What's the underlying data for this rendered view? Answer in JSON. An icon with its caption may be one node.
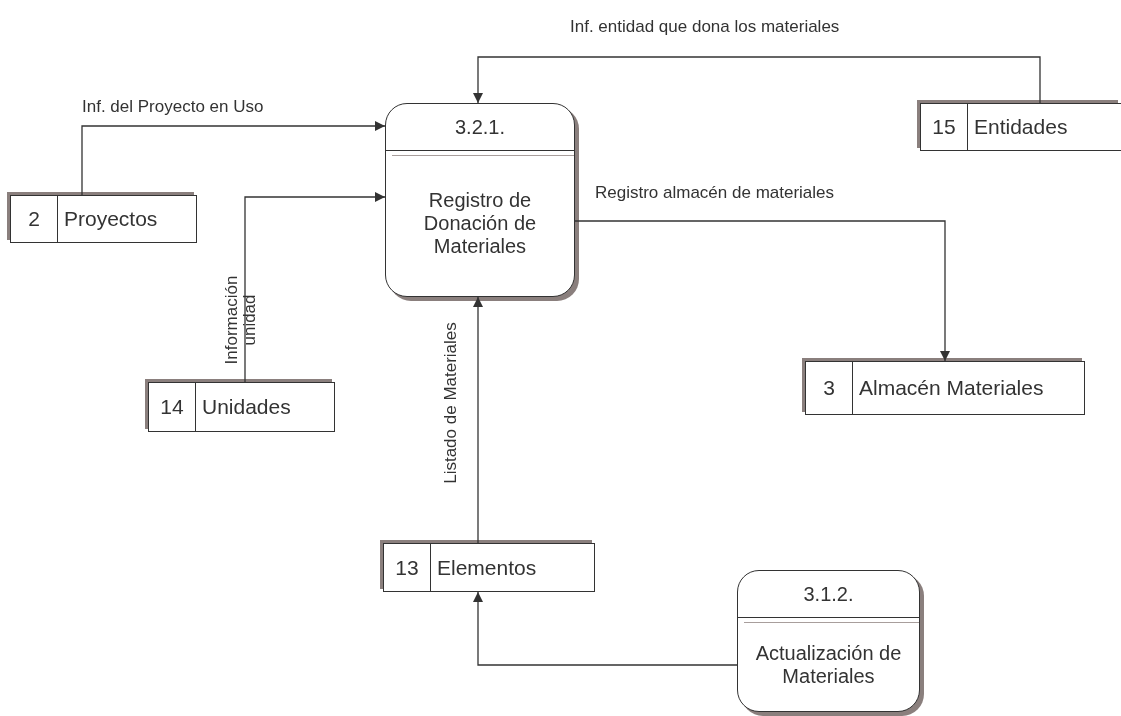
{
  "diagram": {
    "nodes": [
      {
        "text": [
          "3.2.1.",
          "Registro de Donación de Materiales"
        ]
      },
      {
        "text": [
          "15",
          "Entidades"
        ]
      },
      {
        "text": [
          "2",
          "Proyectos"
        ]
      },
      {
        "text": [
          "14",
          "Unidades"
        ]
      },
      {
        "text": [
          "3",
          "Almacén Materiales"
        ]
      },
      {
        "text": [
          "13",
          "Elementos"
        ]
      },
      {
        "text": [
          "3.1.2.",
          "Actualización de Materiales"
        ]
      }
    ],
    "edges": [
      {
        "from": 1,
        "to": 0,
        "arrow": "to",
        "label": "Inf. entidad que dona los materiales"
      },
      {
        "from": 2,
        "to": 0,
        "arrow": "to",
        "label": "Inf. del Proyecto en Uso"
      },
      {
        "from": 3,
        "to": 0,
        "arrow": "to",
        "label": "Información unidad"
      },
      {
        "from": 0,
        "to": 4,
        "arrow": "to",
        "label": "Registro almacén de materiales"
      },
      {
        "from": 5,
        "to": 0,
        "arrow": "to",
        "label": "Listado de Materiales"
      },
      {
        "from": 6,
        "to": 5,
        "arrow": "to"
      }
    ]
  }
}
